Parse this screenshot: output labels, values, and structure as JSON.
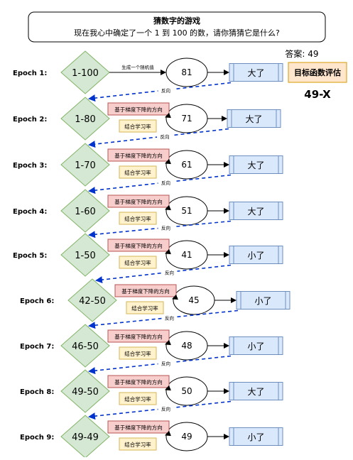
{
  "header": {
    "title": "猜数字的游戏",
    "subtitle": "现在我心中确定了一个 1 到 100 的数，请你猜猜它是什么?"
  },
  "answer_label": "答案: 49",
  "objective": {
    "label": "目标函数评估",
    "formula": "49-X"
  },
  "epochs": [
    {
      "label": "Epoch 1:",
      "range": "1-100",
      "guess": "81",
      "result": "大了",
      "step_text": "生成一个随机值",
      "back_label": "反向"
    },
    {
      "label": "Epoch 2:",
      "range": "1-80",
      "guess": "71",
      "result": "大了",
      "gradient": "基于梯度下降的方向",
      "lr": "结合学习率",
      "back_label": "反向"
    },
    {
      "label": "Epoch 3:",
      "range": "1-70",
      "guess": "61",
      "result": "大了",
      "gradient": "基于梯度下降的方向",
      "lr": "结合学习率",
      "back_label": "反向"
    },
    {
      "label": "Epoch 4:",
      "range": "1-60",
      "guess": "51",
      "result": "大了",
      "gradient": "基于梯度下降的方向",
      "lr": "结合学习率",
      "back_label": "反向"
    },
    {
      "label": "Epoch 5:",
      "range": "1-50",
      "guess": "41",
      "result": "小了",
      "gradient": "基于梯度下降的方向",
      "lr": "结合学习率",
      "back_label": "反向"
    },
    {
      "label": "Epoch 6:",
      "range": "42-50",
      "guess": "45",
      "result": "小了",
      "gradient": "基于梯度下降的方向",
      "lr": "结合学习率",
      "back_label": "反向"
    },
    {
      "label": "Epoch 7:",
      "range": "46-50",
      "guess": "48",
      "result": "小了",
      "gradient": "基于梯度下降的方向",
      "lr": "结合学习率",
      "back_label": "反向"
    },
    {
      "label": "Epoch 8:",
      "range": "49-50",
      "guess": "50",
      "result": "大了",
      "gradient": "基于梯度下降的方向",
      "lr": "结合学习率",
      "back_label": "反向"
    },
    {
      "label": "Epoch 9:",
      "range": "49-49",
      "guess": "49",
      "result": "小了",
      "gradient": "基于梯度下降的方向",
      "lr": "结合学习率"
    }
  ],
  "colors": {
    "diamond_fill": "#d5e8d4",
    "diamond_stroke": "#82b366",
    "result_fill": "#dae8fc",
    "result_stroke": "#6c8ebf",
    "gradient_fill": "#f8cecc",
    "gradient_stroke": "#b85450",
    "lr_fill": "#fff2cc",
    "lr_stroke": "#d6b656",
    "objective_fill": "#ffe6cc",
    "objective_stroke": "#d79b00",
    "feedback_arrow": "#0033cc"
  }
}
